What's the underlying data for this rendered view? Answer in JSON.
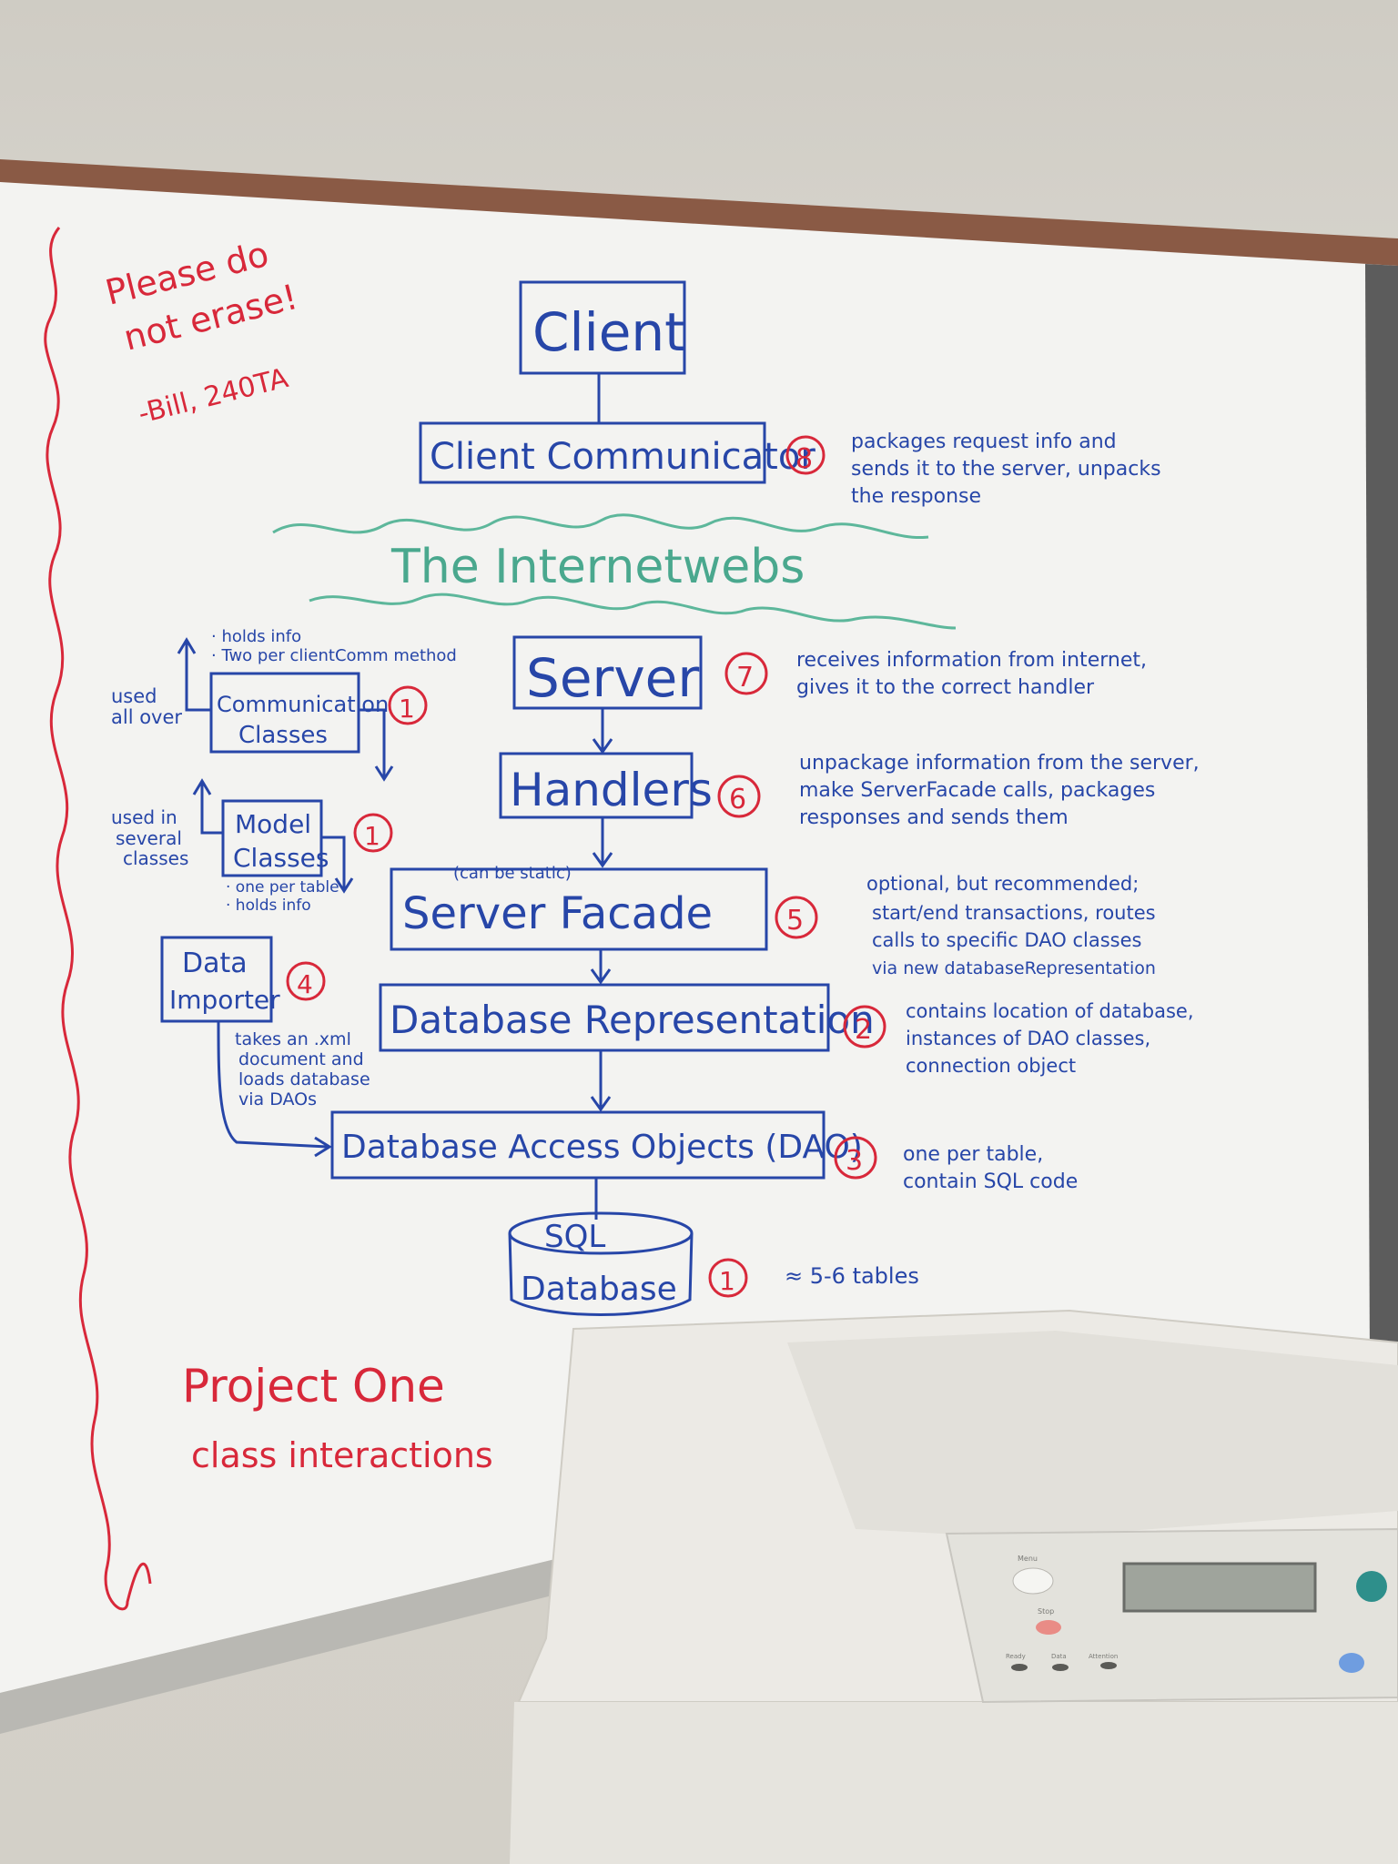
{
  "note": {
    "line1": "Please do",
    "line2": "not erase!",
    "signature": "-Bill, 240TA"
  },
  "title": {
    "line1": "Project One",
    "line2": "class interactions"
  },
  "internet_label": "The Internetwebs",
  "nodes": {
    "client": "Client",
    "client_comm": "Client Communicator",
    "server": "Server",
    "handlers": "Handlers",
    "server_facade": "Server Facade",
    "server_facade_note": "(can be static)",
    "db_rep": "Database Representation",
    "dao": "Database Access Objects (DAO)",
    "sql_line1": "SQL",
    "sql_line2": "Database",
    "comm_line1": "Communication",
    "comm_line2": "Classes",
    "model_line1": "Model",
    "model_line2": "Classes",
    "importer_line1": "Data",
    "importer_line2": "Importer"
  },
  "counts": {
    "client_comm": "8",
    "server": "7",
    "handlers": "6",
    "server_facade": "5",
    "db_rep": "2",
    "dao": "3",
    "sql": "1",
    "comm": "1",
    "model": "1",
    "importer": "4"
  },
  "notes": {
    "client_comm": [
      "packages request info and",
      "sends it to the server, unpacks",
      "the response"
    ],
    "server": [
      "receives information from internet,",
      "gives it to the correct handler"
    ],
    "handlers": [
      "unpackage information from the server,",
      "make ServerFacade calls, packages",
      "responses and sends them"
    ],
    "server_facade": [
      "optional, but recommended;",
      "start/end transactions, routes",
      "calls to specific DAO classes",
      "via new databaseRepresentation"
    ],
    "db_rep": [
      "contains location of database,",
      "instances of DAO classes,",
      "connection object"
    ],
    "dao": [
      "one per table,",
      "contain SQL code"
    ],
    "sql": "≈ 5-6 tables",
    "comm_above": [
      "· holds info",
      "· Two per clientComm method"
    ],
    "comm_left": [
      "used",
      "all over"
    ],
    "model_left": [
      "used in",
      "several",
      "classes"
    ],
    "model_below": [
      "· one per table",
      "· holds info"
    ],
    "importer": [
      "takes an .xml",
      "document and",
      "loads database",
      "via DAOs"
    ]
  },
  "printer": {
    "menu": "Menu",
    "stop": "Stop",
    "ready": "Ready",
    "data": "Data",
    "attention": "Attention"
  }
}
